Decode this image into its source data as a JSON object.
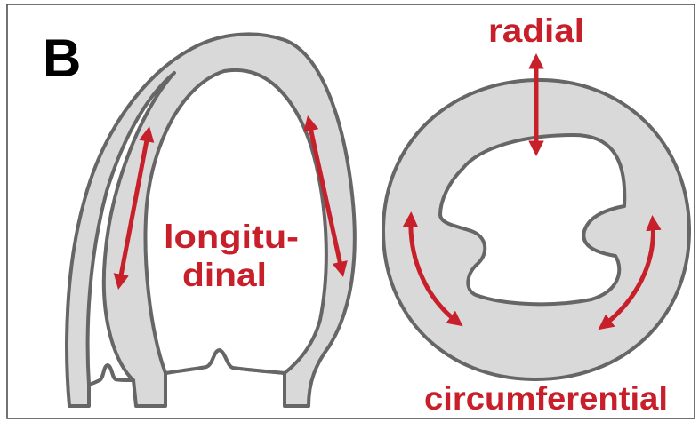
{
  "figure": {
    "panel_label": "B",
    "labels": {
      "radial": "radial",
      "longitudinal": [
        "longitu-",
        "dinal"
      ],
      "circumferential": "circumferential"
    }
  },
  "colors": {
    "accent": "#c8202a",
    "wall_fill": "#d9d9d9",
    "outline": "#666666",
    "panel_label": "#000000"
  }
}
